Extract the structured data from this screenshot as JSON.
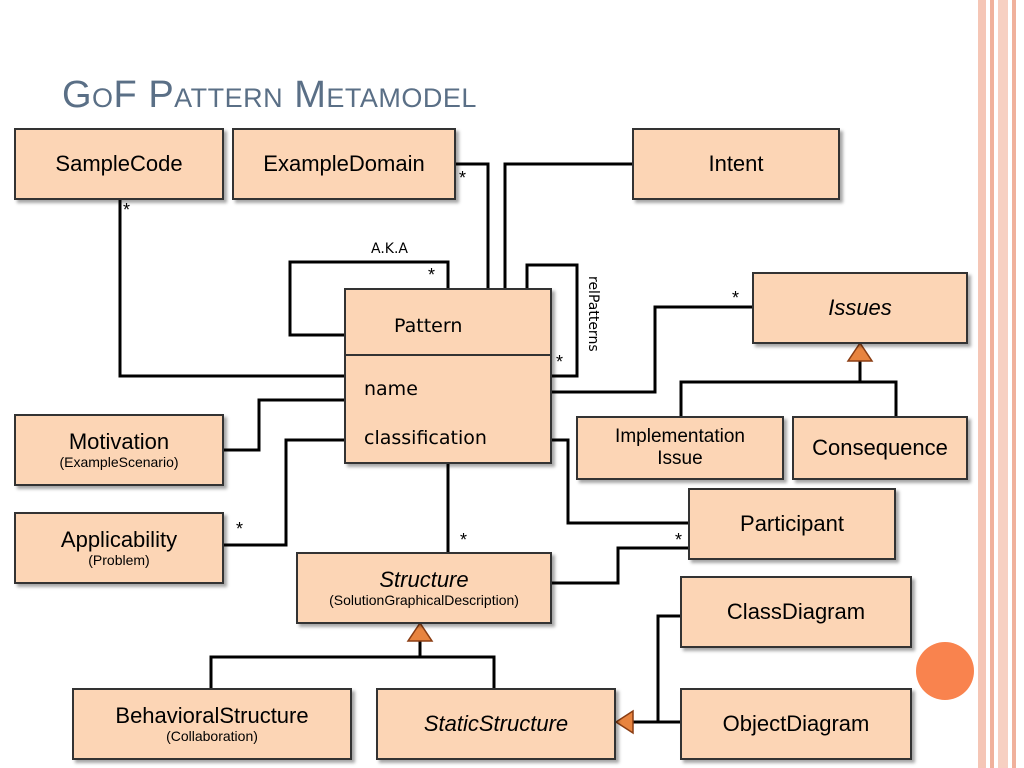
{
  "slide": {
    "title": "GoF Pattern Metamodel",
    "colors": {
      "box_fill": "#fcd5b5",
      "title": "#5a6f86",
      "stripes": "#f2b9a6",
      "triangle": "#e8843f",
      "circle": "#f9834e"
    }
  },
  "classes": {
    "sample_code": {
      "name": "SampleCode"
    },
    "example_domain": {
      "name": "ExampleDomain"
    },
    "intent": {
      "name": "Intent"
    },
    "pattern": {
      "name": "Pattern",
      "attributes": [
        "name",
        "classification"
      ]
    },
    "issues": {
      "name": "Issues"
    },
    "implementation_issue": {
      "name": "Implementation Issue"
    },
    "consequence": {
      "name": "Consequence"
    },
    "motivation": {
      "name": "Motivation",
      "detail": "(ExampleScenario)"
    },
    "applicability": {
      "name": "Applicability",
      "detail": "(Problem)"
    },
    "participant": {
      "name": "Participant"
    },
    "structure": {
      "name": "Structure",
      "detail": "(SolutionGraphicalDescription)"
    },
    "class_diagram": {
      "name": "ClassDiagram"
    },
    "behavioral_structure": {
      "name": "BehavioralStructure",
      "detail": "(Collaboration)"
    },
    "static_structure": {
      "name": "StaticStructure"
    },
    "object_diagram": {
      "name": "ObjectDiagram"
    }
  },
  "associations": {
    "aka_label": "A.K.A",
    "rel_patterns_label": "relPatterns",
    "multiplicity": "*"
  }
}
